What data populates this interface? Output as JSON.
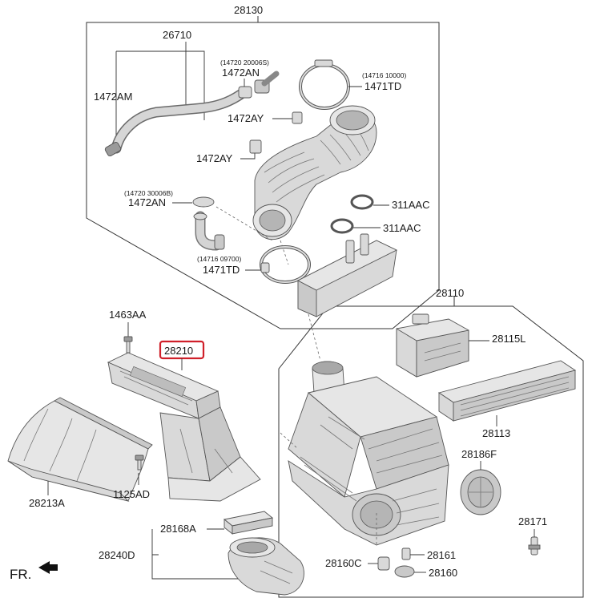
{
  "callouts": {
    "assy_28130": "28130",
    "hose_26710": "26710",
    "part_1472AM": "1472AM",
    "ref_1472AN_top": "(14720 20006S)",
    "part_1472AN_top": "1472AN",
    "ref_1471TD_top": "(14716 10000)",
    "part_1471TD_top": "1471TD",
    "part_1472AY_a": "1472AY",
    "part_1472AY_b": "1472AY",
    "ref_1472AN_low": "(14720 30006B)",
    "part_1472AN_low": "1472AN",
    "part_311AAC_a": "311AAC",
    "part_311AAC_b": "311AAC",
    "ref_1471TD_low": "(14716 09700)",
    "part_1471TD_low": "1471TD",
    "part_1463AA": "1463AA",
    "part_28210": "28210",
    "assy_28110": "28110",
    "part_28115L": "28115L",
    "part_28113": "28113",
    "part_28186F": "28186F",
    "part_28213A": "28213A",
    "part_1125AD": "1125AD",
    "part_28168A": "28168A",
    "part_28240D": "28240D",
    "part_28171": "28171",
    "part_28161": "28161",
    "part_28160C": "28160C",
    "part_28160": "28160",
    "front_marker": "FR."
  },
  "highlight": {
    "part": "28210",
    "color": "#d0202a"
  }
}
